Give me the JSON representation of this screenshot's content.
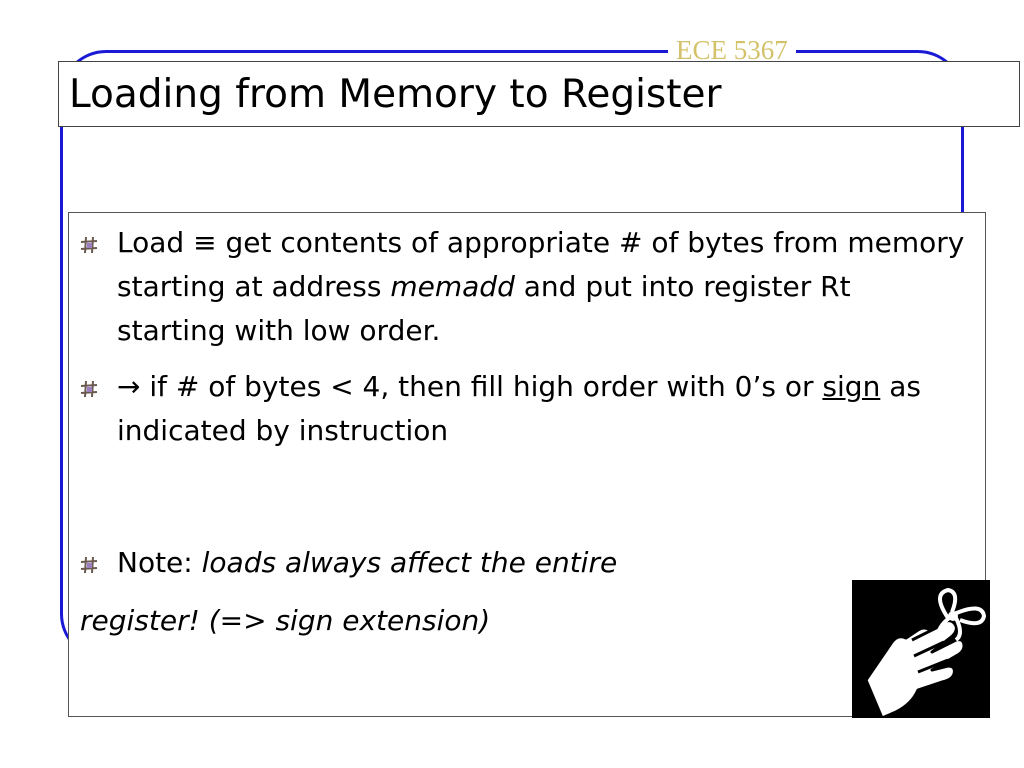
{
  "header": {
    "course": "ECE 5367"
  },
  "slide": {
    "title": "Loading from Memory to Register"
  },
  "bullets": {
    "b1": {
      "p1": "Load ",
      "symbol": "≡",
      "p2": " get contents of appropriate # of bytes from memory starting at address ",
      "emph": "memadd",
      "p3": " and put into register Rt starting with low order."
    },
    "b2": {
      "arrow": "→",
      "p1": " if # of bytes < 4, then fill high order with 0’s or ",
      "under": "sign",
      "p2": " as indicated by instruction"
    },
    "b3": {
      "p1": "Note: ",
      "emph": "loads always affect the entire",
      "cont": "register! (=> sign extension)"
    }
  },
  "icons": {
    "bullet": "pound-sign-bullet-icon",
    "reminder": "finger-string-reminder-icon"
  }
}
